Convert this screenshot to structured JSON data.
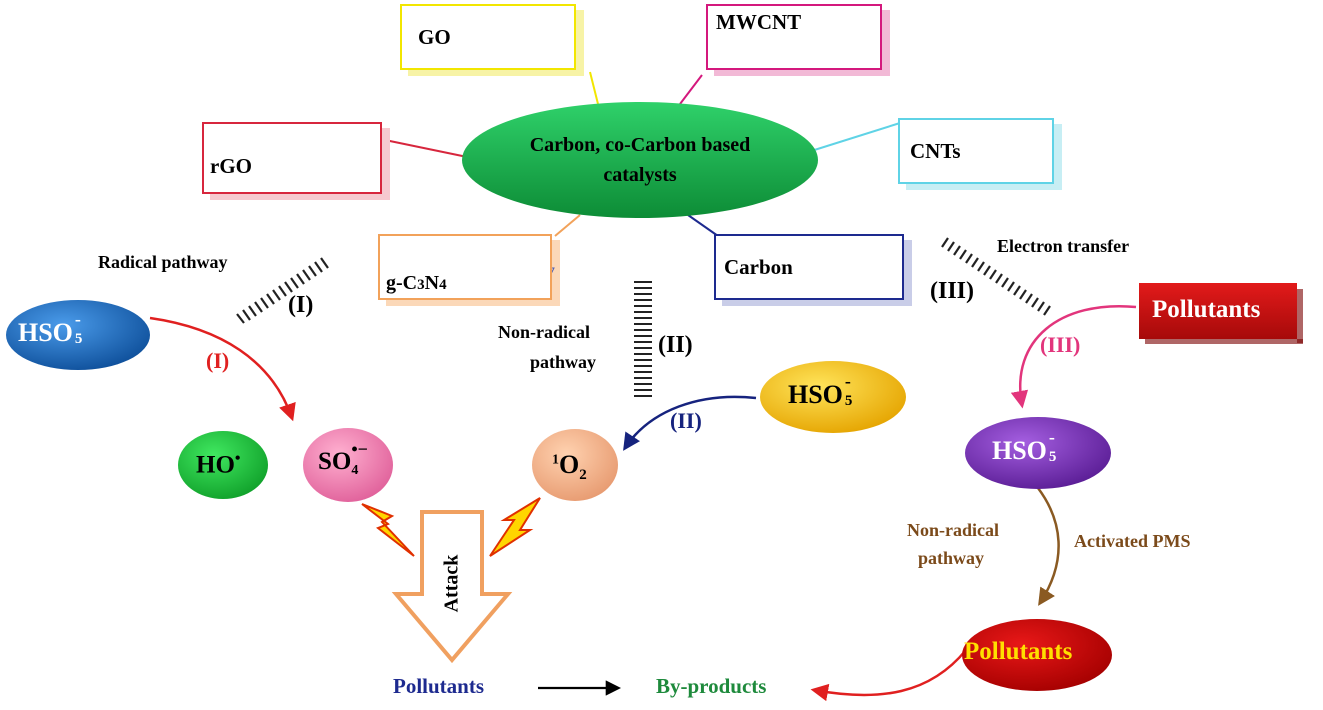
{
  "center": {
    "line1": "Carbon, co-Carbon based",
    "line2": "catalysts"
  },
  "materials": {
    "go": "GO",
    "mwcnt": "MWCNT",
    "rgo": "rGO",
    "cnts": "CNTs",
    "gc3n4_a": "g-C",
    "gc3n4_b": "3",
    "gc3n4_c": "N",
    "gc3n4_d": "4",
    "carbon": "Carbon"
  },
  "pathways": {
    "radical": "Radical pathway",
    "roman1": "(I)",
    "nonradical_1": "Non-radical",
    "nonradical_2": "pathway",
    "roman2": "(II)",
    "electron": "Electron transfer",
    "roman3": "(III)"
  },
  "species": {
    "hso": "HSO",
    "hso_sub": "5",
    "hso_sup": "-",
    "ho": "HO",
    "ho_sup": "•",
    "so": "SO",
    "so_sub": "4",
    "so_sup": "•−",
    "o2_sup": "1",
    "o2": "O",
    "o2_sub": "2"
  },
  "arrows": {
    "r1": "(I)",
    "r2": "(II)",
    "r3": "(III)"
  },
  "attack": "Attack",
  "bottom": {
    "pollutants": "Pollutants",
    "byproducts": "By-products",
    "pollutants_box": "Pollutants",
    "pollutants_red": "Pollutants",
    "nonradical_1": "Non-radical",
    "nonradical_2": "pathway",
    "activated": "Activated PMS"
  },
  "colors": {
    "center_green": "#17a846",
    "go_yellow": "#f2e600",
    "mwcnt_magenta": "#d4187d",
    "rgo_red": "#d7263d",
    "cnts_cyan": "#5fd3e6",
    "gc3n4_orange": "#f2a25a",
    "carbon_navy": "#1d2a8f",
    "arrow_red": "#e02020",
    "arrow_navy": "#16237e",
    "arrow_pink": "#e2357c",
    "arrow_brown": "#8a5a22",
    "text_navy": "#1d2a8f",
    "text_green": "#1e8a3c",
    "text_brown": "#7b4a1a"
  }
}
